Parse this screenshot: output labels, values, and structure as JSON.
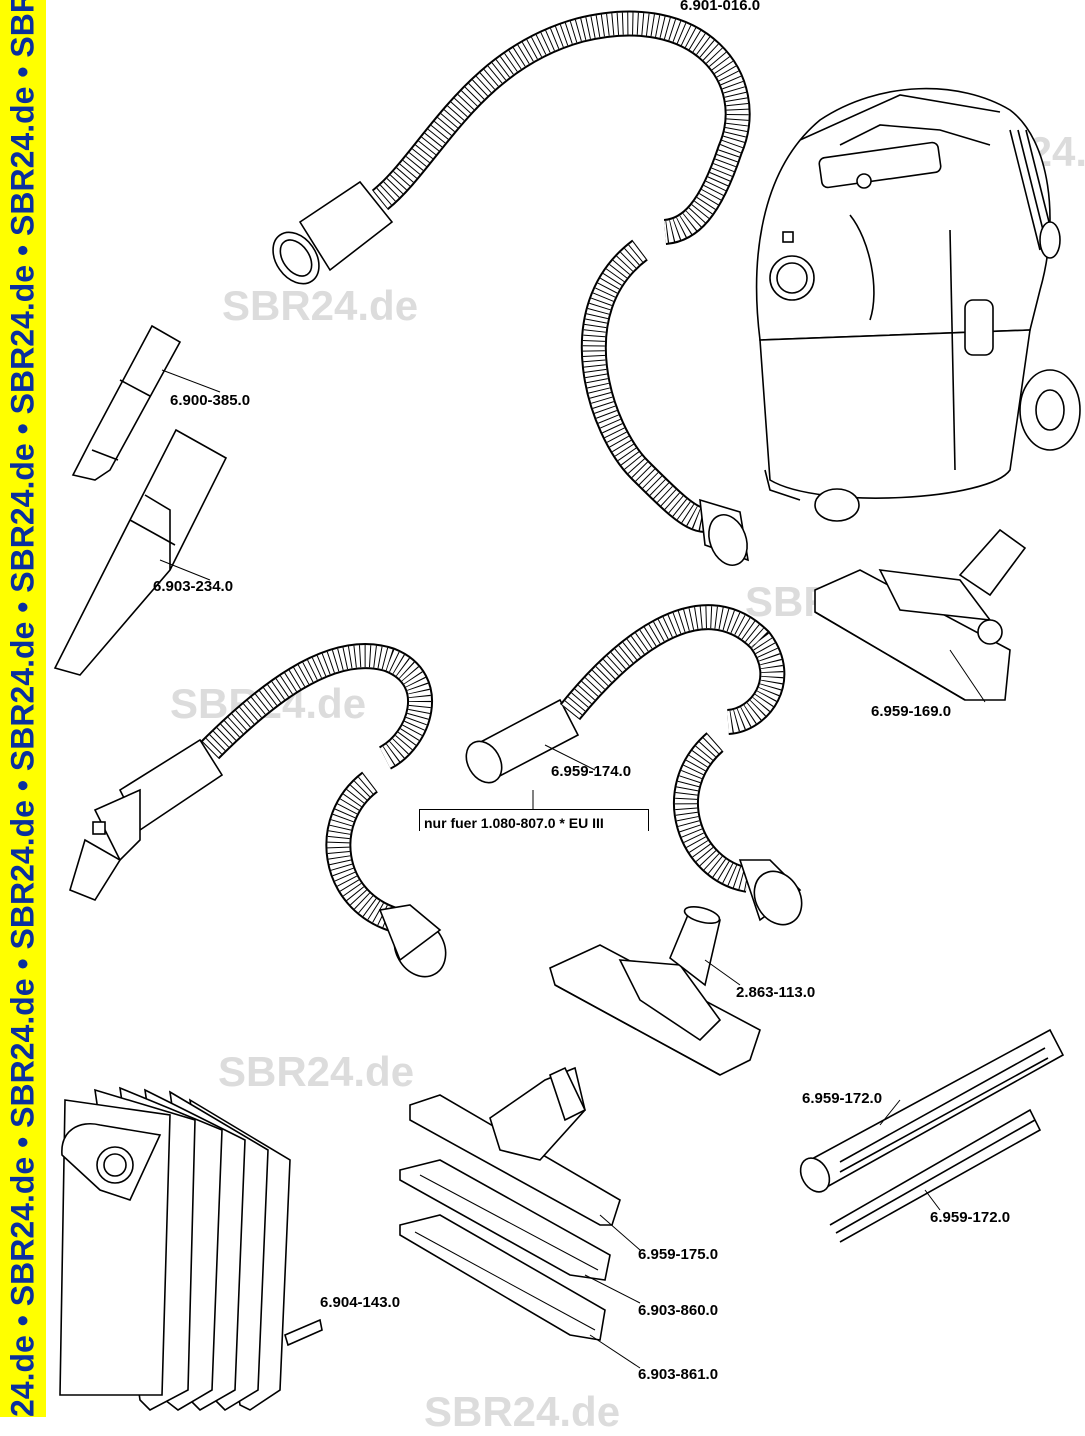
{
  "banner": {
    "text": "24.de • SBR24.de • SBR24.de • SBR24.de • SBR24.de • SBR24.de • SBR24.de • SBR24.de • SBR24.de • SBR",
    "background": "#ffff00",
    "text_color": "#0a2f9e"
  },
  "watermarks": [
    "SBR24.de",
    "SBR24.de",
    "SBR24.de",
    "SBR24.de",
    "SBR24.de",
    "SBR24.de"
  ],
  "parts": {
    "hose_main": "6.901-016.0",
    "crevice_small": "6.900-385.0",
    "crevice_large": "6.903-234.0",
    "floor_nozzle_round": "6.959-169.0",
    "hose_alt": "6.959-174.0",
    "floor_nozzle_flat": "2.863-113.0",
    "suction_tube_a": "6.959-172.0",
    "suction_tube_b": "6.959-172.0",
    "floor_nozzle_wide": "6.959-175.0",
    "insert_a": "6.903-860.0",
    "insert_b": "6.903-861.0",
    "filter_bags": "6.904-143.0"
  },
  "note": "nur fuer 1.080-807.0  * EU III"
}
